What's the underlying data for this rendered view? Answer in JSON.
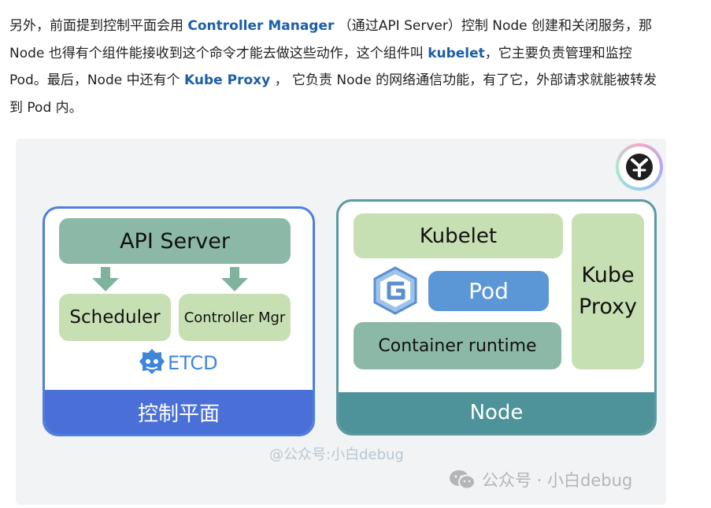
{
  "paragraph": {
    "l1_a": "另外，前面提到控制平面会用 ",
    "l1_hl": "Controller Manager",
    "l1_b": " （通过API Server）控制 Node 创建和关闭服务，那",
    "l2_a": "Node 也得有个组件能接收到这个命令才能去做这些动作，这个组件叫 ",
    "l2_hl": "kubelet",
    "l2_b": "，它主要负责管理和监控",
    "l3_a": "Pod。最后，Node 中还有个 ",
    "l3_hl": "Kube Proxy",
    "l3_b": " ， 它负责 Node 的网络通信功能，有了它，外部请求就能被转发",
    "l4": "到 Pod 内。"
  },
  "diagram": {
    "control_plane": {
      "api_server": "API Server",
      "scheduler": "Scheduler",
      "controller_mgr": "Controller Mgr",
      "etcd": "ETCD",
      "footer": "控制平面"
    },
    "node": {
      "kubelet": "Kubelet",
      "pod": "Pod",
      "container_runtime": "Container runtime",
      "kube_proxy_line1": "Kube",
      "kube_proxy_line2": "Proxy",
      "footer": "Node"
    },
    "watermark_small": "@公众号:小白debug",
    "watermark_large": "公众号 · 小白debug",
    "icons": [
      "brand-logo-icon",
      "arrow-down-icon",
      "etcd-icon",
      "kubernetes-g-icon",
      "wechat-icon"
    ],
    "colors": {
      "control_plane_border": "#4e7fdc",
      "control_plane_footer": "#4a6fd6",
      "node_border": "#5b9aa3",
      "node_footer": "#4e929a",
      "dark_green": "#8cb9a7",
      "light_green": "#c7e0b3",
      "pod_blue": "#5b96d6",
      "etcd_blue": "#3f86d9",
      "highlight": "#1b5fa8"
    }
  }
}
